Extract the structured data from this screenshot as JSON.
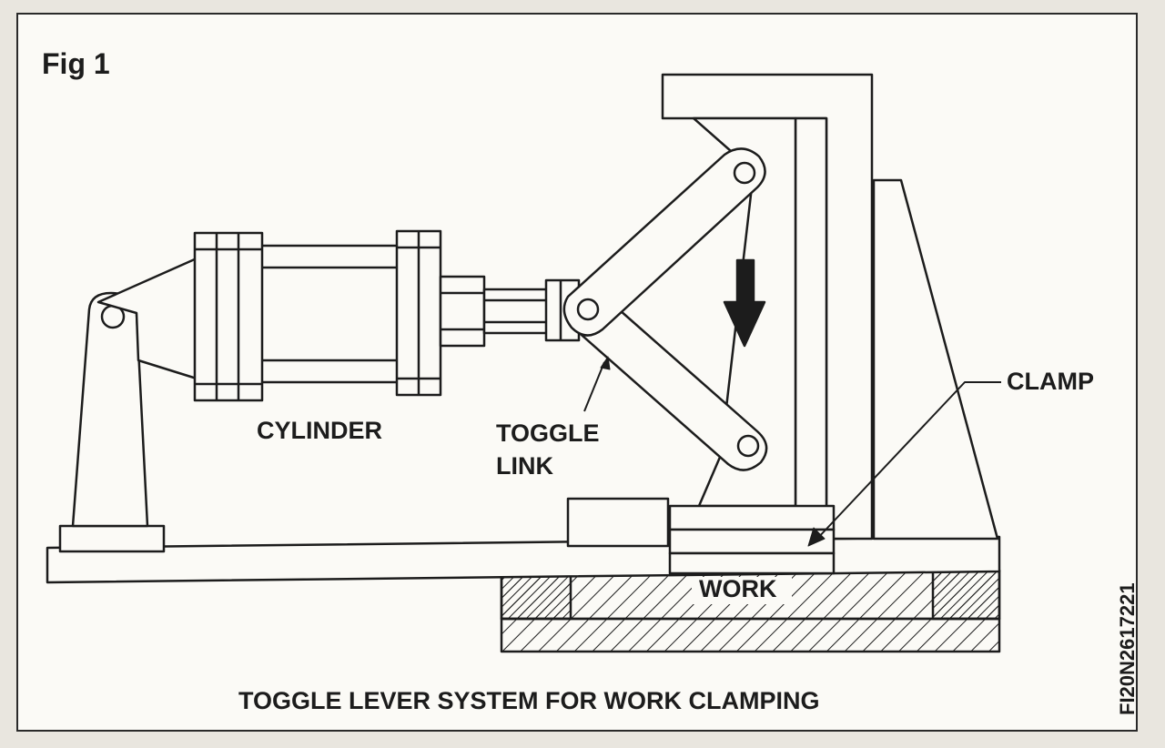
{
  "figure": {
    "number_label": "Fig 1",
    "caption": "TOGGLE LEVER SYSTEM FOR WORK CLAMPING",
    "side_code": "FI20N2617221"
  },
  "labels": {
    "cylinder": "CYLINDER",
    "toggle_line1": "TOGGLE",
    "toggle_line2": "LINK",
    "clamp": "CLAMP",
    "work": "WORK"
  },
  "colors": {
    "ink": "#1c1c1c",
    "paper": "#fbfaf6"
  }
}
